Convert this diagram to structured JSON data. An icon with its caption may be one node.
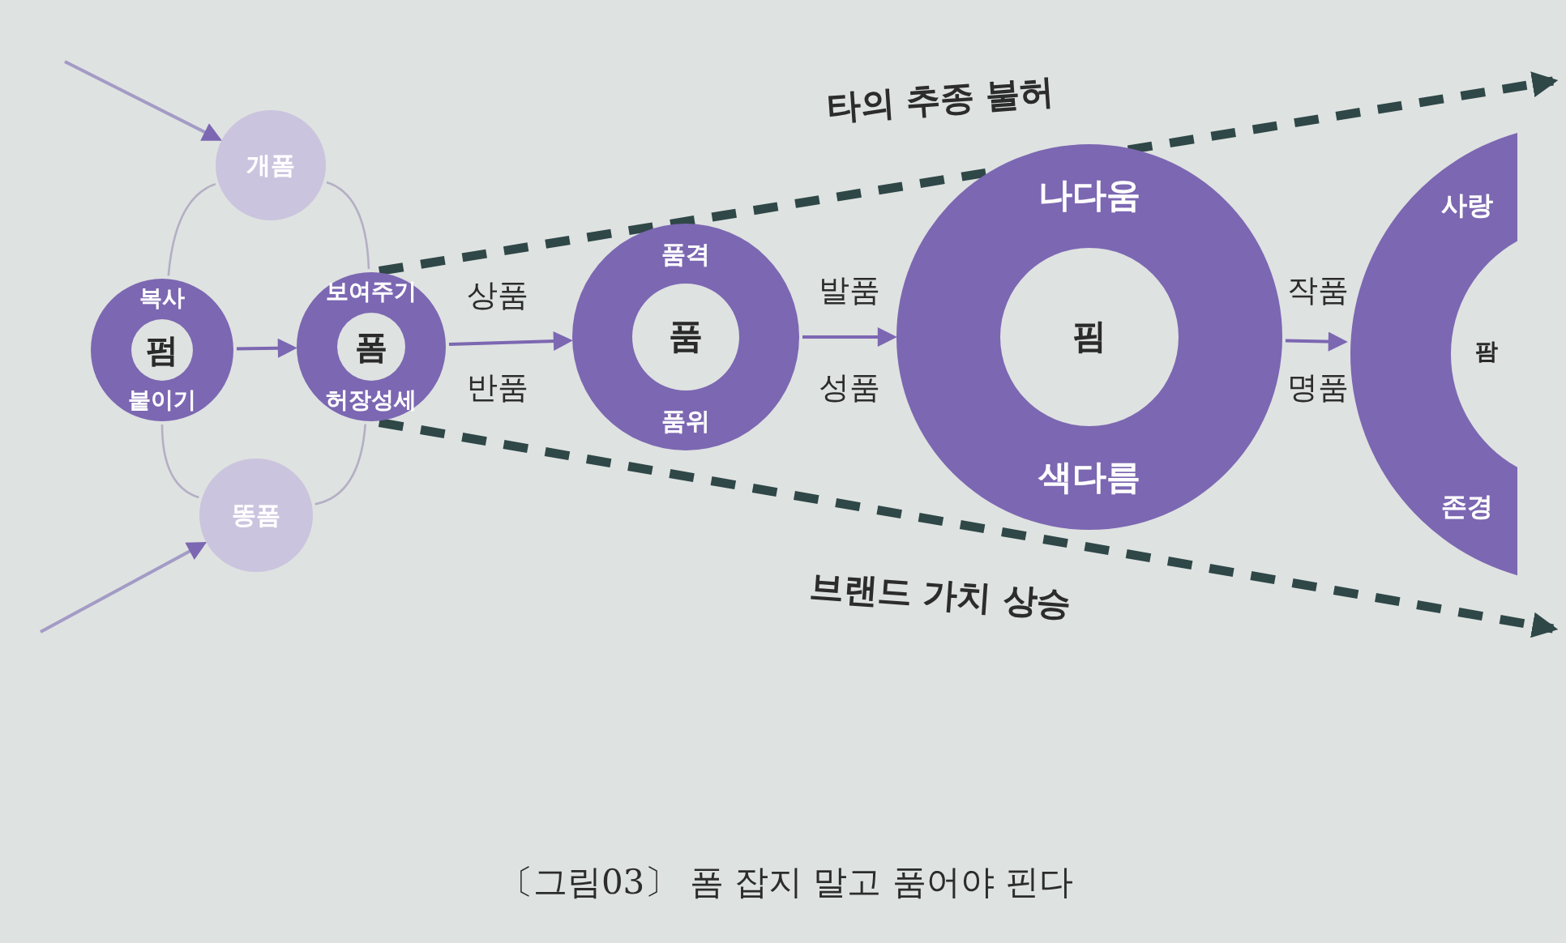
{
  "diagram": {
    "caption": "〔그림03〕 폼 잡지 말고 품어야 핀다",
    "nodes": [
      {
        "text": [
          "개폼"
        ]
      },
      {
        "text": [
          "복사",
          "펌",
          "붙이기"
        ]
      },
      {
        "text": [
          "보여주기",
          "폼",
          "허장성세"
        ]
      },
      {
        "text": [
          "똥폼"
        ]
      },
      {
        "text": [
          "품격",
          "품",
          "품위"
        ]
      },
      {
        "text": [
          "나다움",
          "핌",
          "색다름"
        ]
      },
      {
        "text": [
          "사랑",
          "팜",
          "존경"
        ]
      }
    ],
    "edges": [
      {
        "from": null,
        "to": 0,
        "arrow": "to",
        "color": "#a39bc6"
      },
      {
        "from": null,
        "to": 3,
        "arrow": "to",
        "color": "#a39bc6"
      },
      {
        "from": 0,
        "to": 1,
        "arrow": "none",
        "color": "#b4afc4"
      },
      {
        "from": 1,
        "to": 3,
        "arrow": "none",
        "color": "#b4afc4"
      },
      {
        "from": 3,
        "to": 2,
        "arrow": "none",
        "color": "#b4afc4"
      },
      {
        "from": 2,
        "to": 0,
        "arrow": "none",
        "color": "#b4afc4"
      },
      {
        "from": 1,
        "to": 2,
        "arrow": "to"
      },
      {
        "from": 2,
        "to": 4,
        "arrow": "to",
        "label": "상품"
      },
      {
        "from": 4,
        "to": 5,
        "arrow": "to",
        "label": "발품"
      },
      {
        "from": 5,
        "to": 6,
        "arrow": "to",
        "label": "작품"
      },
      {
        "from": 2,
        "to": null,
        "arrow": "to",
        "label": "타의 추종 불허",
        "style": "dashed",
        "color": "#2f4747"
      },
      {
        "from": 2,
        "to": null,
        "arrow": "to",
        "label": "브랜드 가치 상승",
        "style": "dashed",
        "color": "#2f4747"
      }
    ],
    "labels": [
      "반품",
      "성품",
      "명품"
    ]
  }
}
